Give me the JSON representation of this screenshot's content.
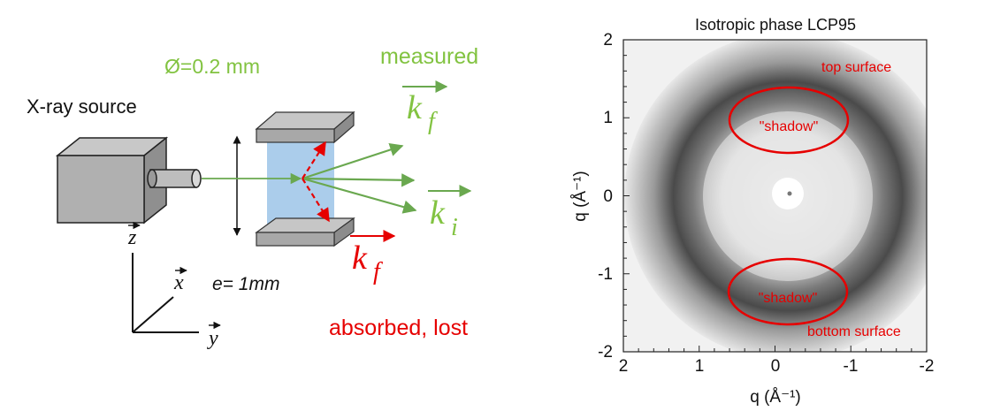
{
  "colors": {
    "green": "#82c341",
    "red": "#e60000",
    "cell_fill": "#9cc4e8",
    "plate": "#a0a0a0",
    "arrow_green": "#6aa84f"
  },
  "setup": {
    "diameter_label": "Ø=0.2 mm",
    "measured_label": "measured",
    "source_label": "X-ray source",
    "kf_measured": "k",
    "kf_measured_sub": "f",
    "ki_label": "k",
    "ki_sub": "i",
    "kf_absorbed": "k",
    "kf_absorbed_sub": "f",
    "thickness_label": "e= 1mm",
    "absorbed_label": "absorbed, lost",
    "axis_z": "z",
    "axis_x": "x",
    "axis_y": "y"
  },
  "pattern": {
    "title": "Isotropic phase LCP95",
    "ylabel": "q (Å⁻¹)",
    "xlabel": "q (Å⁻¹)",
    "xticks": [
      "2",
      "1",
      "0",
      "-1",
      "-2"
    ],
    "yticks": [
      "2",
      "1",
      "0",
      "-1",
      "-2"
    ],
    "xlim": [
      2,
      -2
    ],
    "ylim": [
      -2,
      2
    ],
    "annotations": {
      "top_surface": "top surface",
      "bottom_surface": "bottom surface",
      "shadow_top": "\"shadow\"",
      "shadow_bottom": "\"shadow\""
    }
  }
}
